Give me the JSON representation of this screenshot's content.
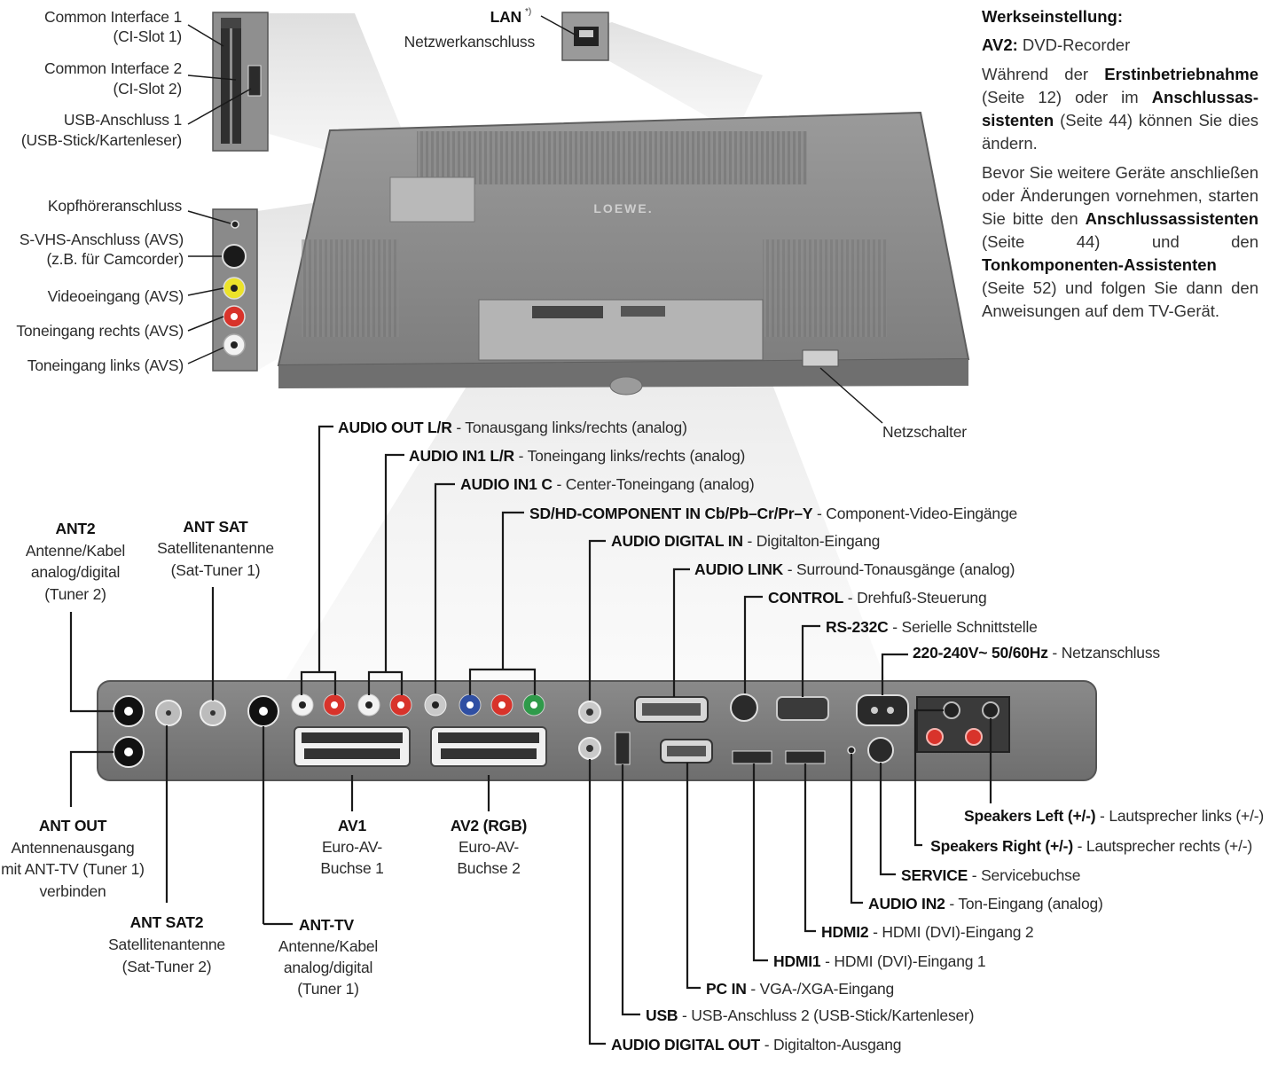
{
  "settings": {
    "heading": "Werkseinstellung:",
    "av2_label": "AV2:",
    "av2_value": "DVD-Recorder",
    "p1_a": "Während der ",
    "p1_b": "Erstinbetriebnahme",
    "p1_c": " (Seite 12) oder im ",
    "p1_d": "Anschlussas­sistenten",
    "p1_e": " (Seite 44) können Sie dies ändern.",
    "p2_a": "Bevor Sie weitere Geräte anschlie­ßen oder Änderungen vorneh­men, starten Sie bitte den ",
    "p2_b": "An­schlussassistenten",
    "p2_c": " (Seite 44) und den ",
    "p2_d": "Tonkomponenten-Assistenten",
    "p2_e": " (Seite 52) und folgen Sie dann den Anweisungen auf dem TV-Gerät."
  },
  "top_left": {
    "ci1": [
      "Common Interface 1",
      "(CI-Slot 1)"
    ],
    "ci2": [
      "Common Interface 2",
      "(CI-Slot 2)"
    ],
    "usb1": [
      "USB-Anschluss 1",
      "(USB-Stick/Kartenleser)"
    ]
  },
  "avs": {
    "headphone": "Kopfhöreranschluss",
    "svhs": [
      "S-VHS-Anschluss (AVS)",
      "(z.B. für Camcorder)"
    ],
    "video": "Videoeingang (AVS)",
    "audio_r": "Toneingang rechts (AVS)",
    "audio_l": "Toneingang links (AVS)"
  },
  "lan": {
    "title": "LAN",
    "sup": "*)",
    "desc": "Netzwerkanschluss"
  },
  "tv_brand": "LOEWE.",
  "netzschalter": "Netzschalter",
  "top_labels": [
    {
      "b": "AUDIO OUT L/R",
      "t": " - Tonausgang links/rechts (analog)"
    },
    {
      "b": "AUDIO IN1 L/R",
      "t": " - Toneingang links/rechts (analog)"
    },
    {
      "b": "AUDIO IN1 C",
      "t": " - Center-Toneingang (analog)"
    },
    {
      "b": "SD/HD-COMPONENT IN Cb/Pb–Cr/Pr–Y",
      "t": " - Component-Video-Eingänge"
    },
    {
      "b": "AUDIO DIGITAL IN",
      "t": " - Digitalton-Eingang"
    },
    {
      "b": "AUDIO LINK",
      "t": " - Surround-Tonausgänge (analog)"
    },
    {
      "b": "CONTROL",
      "t": " - Drehfuß-Steuerung"
    },
    {
      "b": "RS-232C",
      "t": " - Serielle Schnittstelle"
    },
    {
      "b": "220-240V~ 50/60Hz",
      "t": " - Netzanschluss"
    }
  ],
  "ant2": {
    "title": "ANT2",
    "lines": [
      "Antenne/Kabel",
      "analog/digital",
      "(Tuner 2)"
    ]
  },
  "antsat": {
    "title": "ANT SAT",
    "lines": [
      "Satellitenantenne",
      "(Sat-Tuner 1)"
    ]
  },
  "antout": {
    "title": "ANT OUT",
    "lines": [
      "Antennenausgang",
      "mit ANT-TV (Tuner 1)",
      "verbinden"
    ]
  },
  "antsat2": {
    "title": "ANT SAT2",
    "lines": [
      "Satellitenantenne",
      "(Sat-Tuner 2)"
    ]
  },
  "anttv": {
    "title": "ANT-TV",
    "lines": [
      "Antenne/Kabel",
      "analog/digital",
      "(Tuner 1)"
    ]
  },
  "av1": {
    "title": "AV1",
    "lines": [
      "Euro-AV-",
      "Buchse 1"
    ]
  },
  "av2": {
    "title": "AV2 (RGB)",
    "lines": [
      "Euro-AV-",
      "Buchse 2"
    ]
  },
  "bottom_labels": [
    {
      "b": "Speakers Left (+/-)",
      "t": " - Lautsprecher links (+/-)"
    },
    {
      "b": "Speakers Right (+/-)",
      "t": " - Lautsprecher rechts (+/-)"
    },
    {
      "b": "SERVICE",
      "t": " - Servicebuchse"
    },
    {
      "b": "AUDIO IN2",
      "t": " - Ton-Eingang (analog)"
    },
    {
      "b": "HDMI2",
      "t": " - HDMI (DVI)-Eingang 2"
    },
    {
      "b": "HDMI1",
      "t": " - HDMI (DVI)-Eingang 1"
    },
    {
      "b": "PC IN",
      "t": " - VGA-/XGA-Eingang"
    },
    {
      "b": "USB",
      "t": " - USB-Anschluss 2 (USB-Stick/Kartenleser)"
    },
    {
      "b": "AUDIO DIGITAL OUT",
      "t": " - Digitalton-Ausgang"
    }
  ],
  "colors": {
    "panel": "#7b7b7b",
    "tv_body": "#8d8d8d",
    "red_jack": "#d8332b",
    "blue_jack": "#2f4fa3",
    "green_jack": "#2f9a4a",
    "yellow_jack": "#ece32a"
  }
}
